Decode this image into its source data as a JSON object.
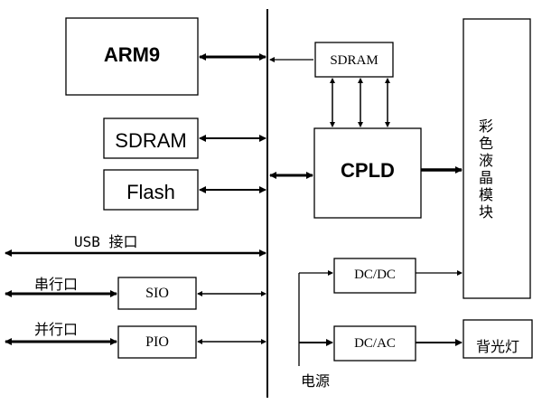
{
  "labels": {
    "arm9": "ARM9",
    "sdram_left": "SDRAM",
    "flash": "Flash",
    "sdram_top": "SDRAM",
    "cpld": "CPLD",
    "lcd_module": "彩色液晶模块",
    "usb": "USB 接口",
    "serial_port": "串行口",
    "sio": "SIO",
    "parallel_port": "并行口",
    "pio": "PIO",
    "dcdc": "DC/DC",
    "dcac": "DC/AC",
    "backlight": "背光灯",
    "power": "电源"
  },
  "colors": {
    "line": "#000000",
    "background": "#ffffff"
  }
}
